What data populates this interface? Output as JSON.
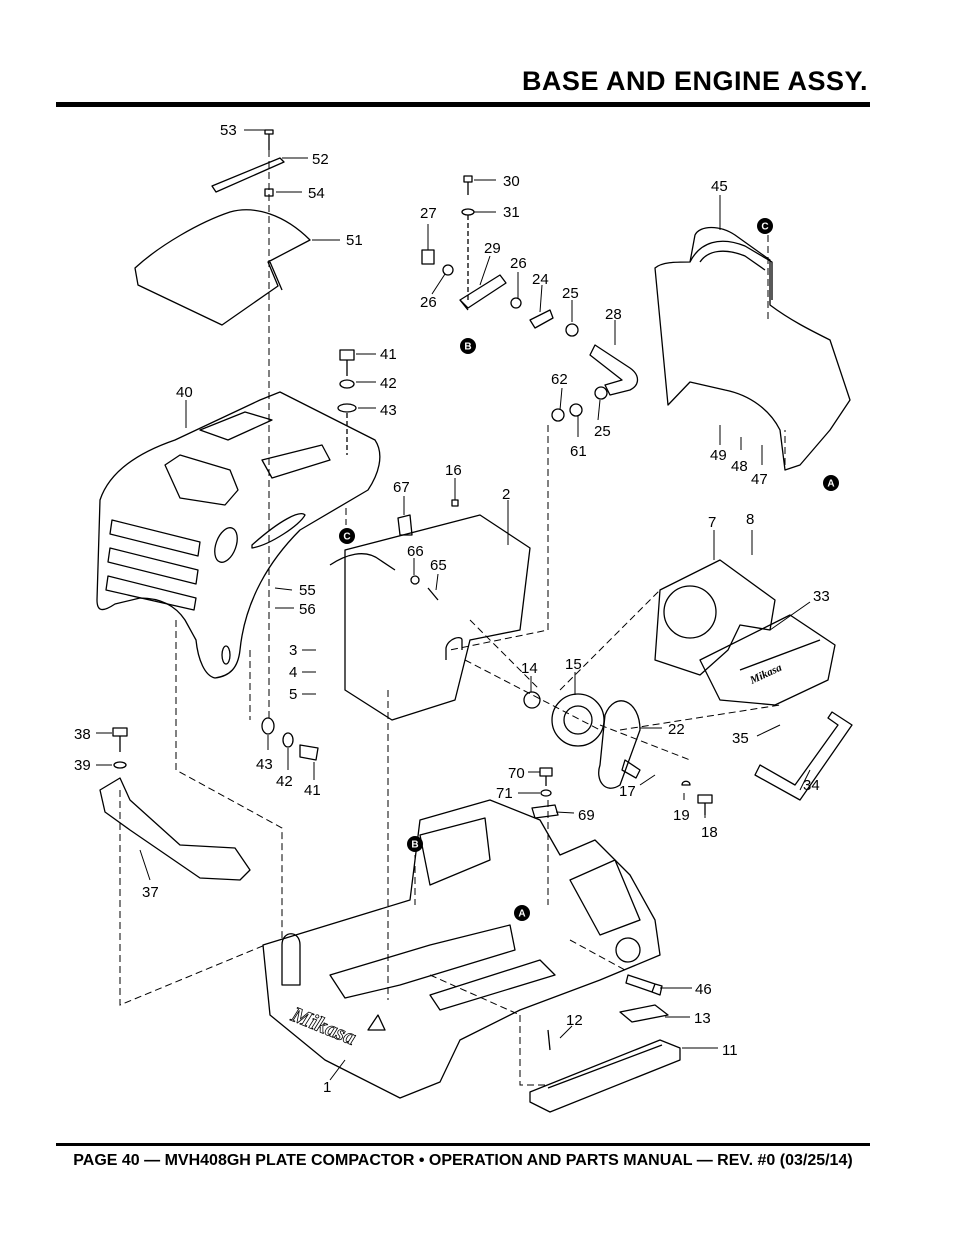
{
  "page": {
    "title": "BASE AND ENGINE ASSY.",
    "footer": "PAGE 40 — MVH408GH PLATE COMPACTOR • OPERATION AND PARTS MANUAL — REV. #0 (03/25/14)"
  },
  "diagram": {
    "brand_marking": "Mikasa",
    "callouts": [
      {
        "id": "c53",
        "text": "53"
      },
      {
        "id": "c52",
        "text": "52"
      },
      {
        "id": "c54",
        "text": "54"
      },
      {
        "id": "c51",
        "text": "51"
      },
      {
        "id": "c30",
        "text": "30"
      },
      {
        "id": "c31",
        "text": "31"
      },
      {
        "id": "c27",
        "text": "27"
      },
      {
        "id": "c29",
        "text": "29"
      },
      {
        "id": "c26a",
        "text": "26"
      },
      {
        "id": "c26b",
        "text": "26"
      },
      {
        "id": "c24",
        "text": "24"
      },
      {
        "id": "c25a",
        "text": "25"
      },
      {
        "id": "c28",
        "text": "28"
      },
      {
        "id": "c45",
        "text": "45"
      },
      {
        "id": "c41a",
        "text": "41"
      },
      {
        "id": "c42a",
        "text": "42"
      },
      {
        "id": "c43a",
        "text": "43"
      },
      {
        "id": "c40",
        "text": "40"
      },
      {
        "id": "c62",
        "text": "62"
      },
      {
        "id": "c61",
        "text": "61"
      },
      {
        "id": "c25b",
        "text": "25"
      },
      {
        "id": "c49",
        "text": "49"
      },
      {
        "id": "c48",
        "text": "48"
      },
      {
        "id": "c47",
        "text": "47"
      },
      {
        "id": "c16",
        "text": "16"
      },
      {
        "id": "c67",
        "text": "67"
      },
      {
        "id": "c2",
        "text": "2"
      },
      {
        "id": "c66",
        "text": "66"
      },
      {
        "id": "c65",
        "text": "65"
      },
      {
        "id": "c7",
        "text": "7"
      },
      {
        "id": "c8",
        "text": "8"
      },
      {
        "id": "c33",
        "text": "33"
      },
      {
        "id": "c55",
        "text": "55"
      },
      {
        "id": "c56",
        "text": "56"
      },
      {
        "id": "c3",
        "text": "3"
      },
      {
        "id": "c4",
        "text": "4"
      },
      {
        "id": "c5",
        "text": "5"
      },
      {
        "id": "c14",
        "text": "14"
      },
      {
        "id": "c15",
        "text": "15"
      },
      {
        "id": "c22",
        "text": "22"
      },
      {
        "id": "c35",
        "text": "35"
      },
      {
        "id": "c34",
        "text": "34"
      },
      {
        "id": "c38",
        "text": "38"
      },
      {
        "id": "c39",
        "text": "39"
      },
      {
        "id": "c43b",
        "text": "43"
      },
      {
        "id": "c42b",
        "text": "42"
      },
      {
        "id": "c41b",
        "text": "41"
      },
      {
        "id": "c70",
        "text": "70"
      },
      {
        "id": "c71",
        "text": "71"
      },
      {
        "id": "c69",
        "text": "69"
      },
      {
        "id": "c17",
        "text": "17"
      },
      {
        "id": "c19",
        "text": "19"
      },
      {
        "id": "c18",
        "text": "18"
      },
      {
        "id": "c37",
        "text": "37"
      },
      {
        "id": "c46",
        "text": "46"
      },
      {
        "id": "c12",
        "text": "12"
      },
      {
        "id": "c13",
        "text": "13"
      },
      {
        "id": "c11",
        "text": "11"
      },
      {
        "id": "c1",
        "text": "1"
      }
    ],
    "reference_markers": [
      {
        "id": "rB1",
        "text": "B"
      },
      {
        "id": "rC1",
        "text": "C"
      },
      {
        "id": "rA1",
        "text": "A"
      },
      {
        "id": "rC2",
        "text": "C"
      },
      {
        "id": "rB2",
        "text": "B"
      },
      {
        "id": "rA2",
        "text": "A"
      }
    ]
  }
}
